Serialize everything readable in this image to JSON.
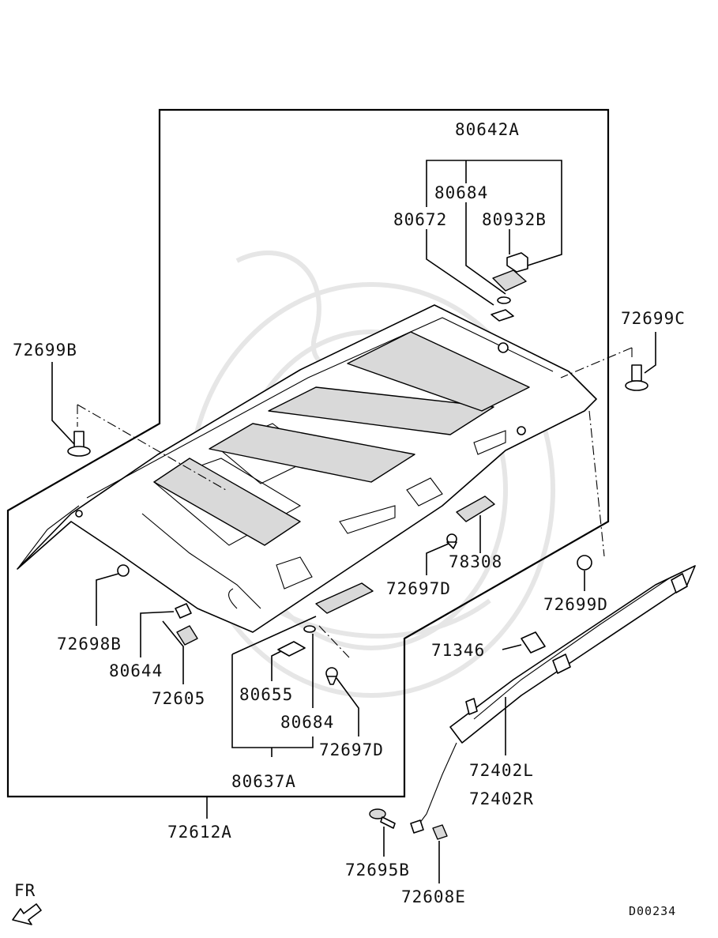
{
  "diagram": {
    "drawing_code": "D00234",
    "direction_label": "FR",
    "callouts": {
      "p80642A": "80642A",
      "p80684_top": "80684",
      "p80672": "80672",
      "p80932B": "80932B",
      "p72699C": "72699C",
      "p72699B": "72699B",
      "p78308": "78308",
      "p72697D_right": "72697D",
      "p72699D": "72699D",
      "p72698B": "72698B",
      "p80644": "80644",
      "p72605": "72605",
      "p71346": "71346",
      "p80655": "80655",
      "p80684_bottom": "80684",
      "p72697D_bottom": "72697D",
      "p80637A": "80637A",
      "p72402L": "72402L",
      "p72402R": "72402R",
      "p72612A": "72612A",
      "p72695B": "72695B",
      "p72608E": "72608E"
    }
  }
}
